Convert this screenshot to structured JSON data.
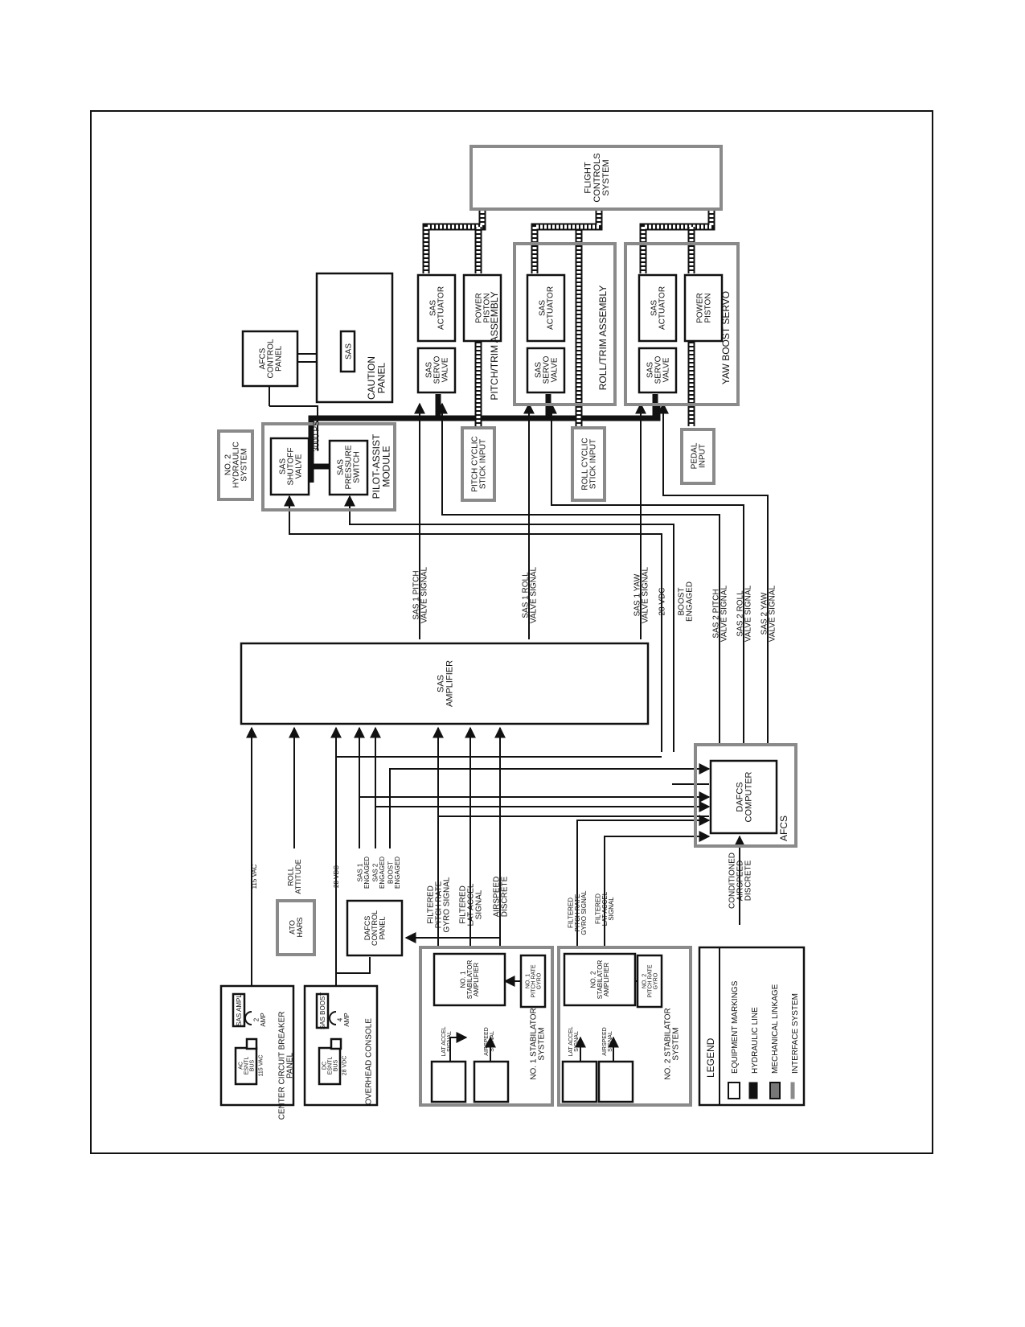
{
  "labels": {
    "flight_controls": [
      "FLIGHT",
      "CONTROLS",
      "SYSTEM"
    ],
    "afcs_control_panel": [
      "AFCS",
      "CONTROL",
      "PANEL"
    ],
    "sas_badge": "SAS",
    "caution_panel": [
      "CAUTION",
      "PANEL"
    ],
    "no2_hydraulic": [
      "NO. 2",
      "HYDRAULIC",
      "SYSTEM"
    ],
    "sas_shutoff_valve": [
      "SAS",
      "SHUTOFF",
      "VALVE"
    ],
    "sas_pressure_switch": [
      "SAS",
      "PRESSURE",
      "SWITCH"
    ],
    "psi": "3000 PSI",
    "pilot_assist_module": [
      "PILOT-ASSIST",
      "MODULE"
    ],
    "sas_servo_valve": [
      "SAS",
      "SERVO",
      "VALVE"
    ],
    "sas_actuator": [
      "SAS",
      "ACTUATOR"
    ],
    "power_piston": [
      "POWER",
      "PISTON"
    ],
    "pitch_trim_assembly": "PITCH/TRIM   ASSEMBLY",
    "roll_trim_assembly": "ROLL/TRIM   ASSEMBLY",
    "yaw_boost_servo": "YAW BOOST SERVO",
    "pitch_cyclic_input": [
      "PITCH CYCLIC",
      "STICK INPUT"
    ],
    "roll_cyclic_input": [
      "ROLL CYCLIC",
      "STICK INPUT"
    ],
    "pedal_input": [
      "PEDAL",
      "INPUT"
    ],
    "sas_amplifier": [
      "SAS",
      "AMPLIFIER"
    ],
    "sas1_pitch": [
      "SAS 1 PITCH",
      "VALVE SIGNAL"
    ],
    "sas1_roll": [
      "SAS 1 ROLL",
      "VALVE SIGNAL"
    ],
    "sas1_yaw": [
      "SAS 1 YAW",
      "VALVE SIGNAL"
    ],
    "v28": "28 VDC",
    "boost_engaged": [
      "BOOST",
      "ENGAGED"
    ],
    "sas2_pitch": [
      "SAS 2 PITCH",
      "VALVE SIGNAL"
    ],
    "sas2_roll": [
      "SAS 2 ROLL",
      "VALVE SIGNAL"
    ],
    "sas2_yaw": [
      "SAS 2 YAW",
      "VALVE SIGNAL"
    ],
    "dafcs_computer": [
      "DAFCS",
      "COMPUTER"
    ],
    "afcs": "AFCS",
    "v115ac": "115 VAC",
    "roll_attitude": [
      "ROLL",
      "ATTITUDE"
    ],
    "v28_small": "28 VDC",
    "sas1_engaged": [
      "SAS 1",
      "ENGAGED"
    ],
    "sas2_engaged": [
      "SAS 2",
      "ENGAGED"
    ],
    "boost_engaged_small": [
      "BOOST",
      "ENGAGED"
    ],
    "filtered_pitch_gyro": [
      "FILTERED",
      "PITCH RATE",
      "GYRO SIGNAL"
    ],
    "filtered_lat_accel": [
      "FILTERED",
      "LAT ACCEL",
      "SIGNAL"
    ],
    "airspeed_discrete": [
      "AIRSPEED",
      "DISCRETE"
    ],
    "filtered_pitch_gyro_2": [
      "FILTERED",
      "PITCH RATE",
      "GYRO SIGNAL"
    ],
    "filtered_lat_accel_2": [
      "FILTERED",
      "LAT ACCEL",
      "SIGNAL"
    ],
    "conditioned_airspeed": [
      "CONDITIONED",
      "AIRSPEED",
      "DISCRETE"
    ],
    "ato_hars": [
      "ATO",
      "HARS"
    ],
    "dafcs_control_panel": [
      "DAFCS",
      "CONTROL",
      "PANEL"
    ],
    "sas_ampl": "SAS AMPL",
    "amp2": [
      "2",
      "AMP"
    ],
    "ac_esntl_bus": [
      "AC",
      "ESNTL",
      "BUS"
    ],
    "v115ac_small": "115 VAC",
    "center_cb_panel": [
      "CENTER CIRCUIT BREAKER",
      "PANEL"
    ],
    "sas_boost": "SAS BOOST",
    "amp4": [
      "4",
      "AMP"
    ],
    "dc_esntl_bus": [
      "DC",
      "ESNTL",
      "BUS"
    ],
    "v28dc_small": "28 VDC",
    "overhead_console": "OVERHEAD CONSOLE",
    "no1_stab_amp": [
      "NO. 1",
      "STABILATOR",
      "AMPLIFIER"
    ],
    "no1_pitch_gyro": [
      "NO. 1",
      "PITCH RATE",
      "GYRO"
    ],
    "lat_accel_signal": [
      "LAT ACCEL",
      "SIGNAL"
    ],
    "airspeed_signal": [
      "AIRSPEED",
      "SIGNAL"
    ],
    "no1_stab_system": [
      "NO. 1  STABILATOR",
      "SYSTEM"
    ],
    "no2_stab_amp": [
      "NO. 2",
      "STABILATOR",
      "AMPLIFIER"
    ],
    "no2_pitch_gyro": [
      "NO. 2",
      "PITCH RATE",
      "GYRO"
    ],
    "lat_accel_signal_2": [
      "LAT ACCEL",
      "SIGNAL"
    ],
    "airspeed_signal_2": [
      "AIRSPEED",
      "SIGNAL"
    ],
    "no2_stab_system": [
      "NO. 2 STABILATOR",
      "SYSTEM"
    ]
  },
  "legend": {
    "title": "LEGEND",
    "items": [
      "EQUIPMENT MARKINGS",
      "HYDRAULIC LINE",
      "MECHANICAL LINKAGE",
      "INTERFACE SYSTEM"
    ]
  }
}
